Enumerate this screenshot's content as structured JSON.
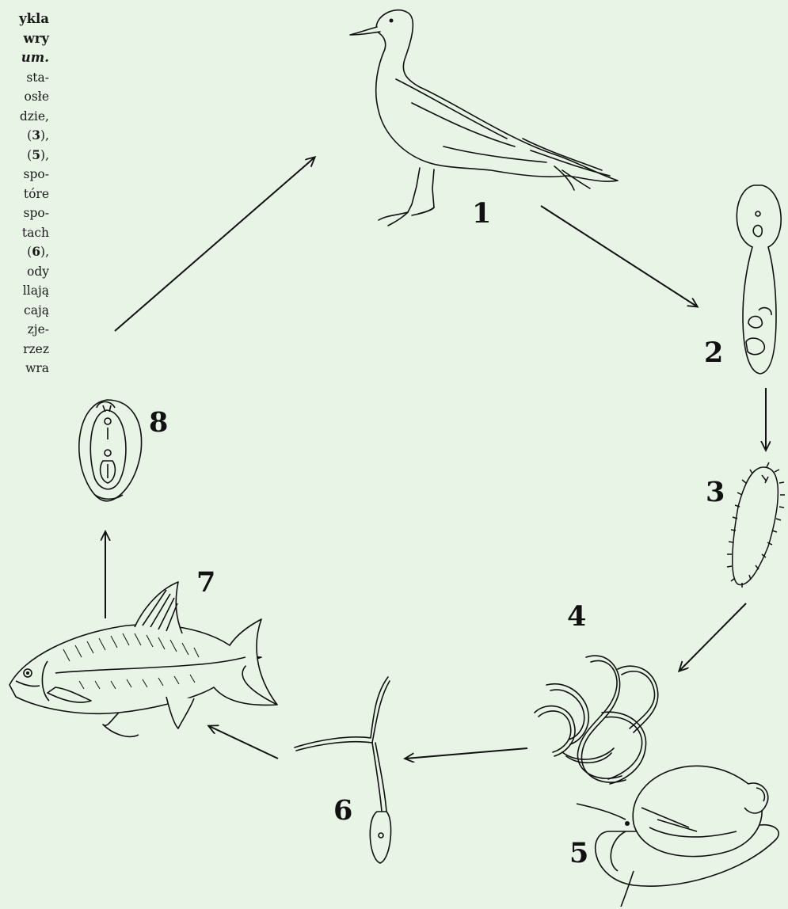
{
  "caption": {
    "lines": [
      "ykla",
      "wry",
      "um.",
      "sta-",
      "osłe",
      "dzie,",
      "(3),",
      "(5),",
      "spo-",
      "tóre",
      "spo-",
      "tach",
      "(6),",
      "ody",
      "llają",
      "cają",
      "zje-",
      "rzez",
      "wra"
    ]
  },
  "stages": {
    "s1": "1",
    "s2": "2",
    "s3": "3",
    "s4": "4",
    "s5": "5",
    "s6": "6",
    "s7": "7",
    "s8": "8"
  },
  "icons": {
    "bird": "gull-host-icon",
    "egg": "egg-icon",
    "miracidium": "miracidium-larva-icon",
    "sporocyst": "sporocyst-icon",
    "snail": "snail-host-icon",
    "cercaria": "cercaria-larva-icon",
    "fish": "fish-host-icon",
    "metacercaria": "metacercaria-icon"
  },
  "colors": {
    "background": "#e8f4e6",
    "ink": "#111111"
  }
}
